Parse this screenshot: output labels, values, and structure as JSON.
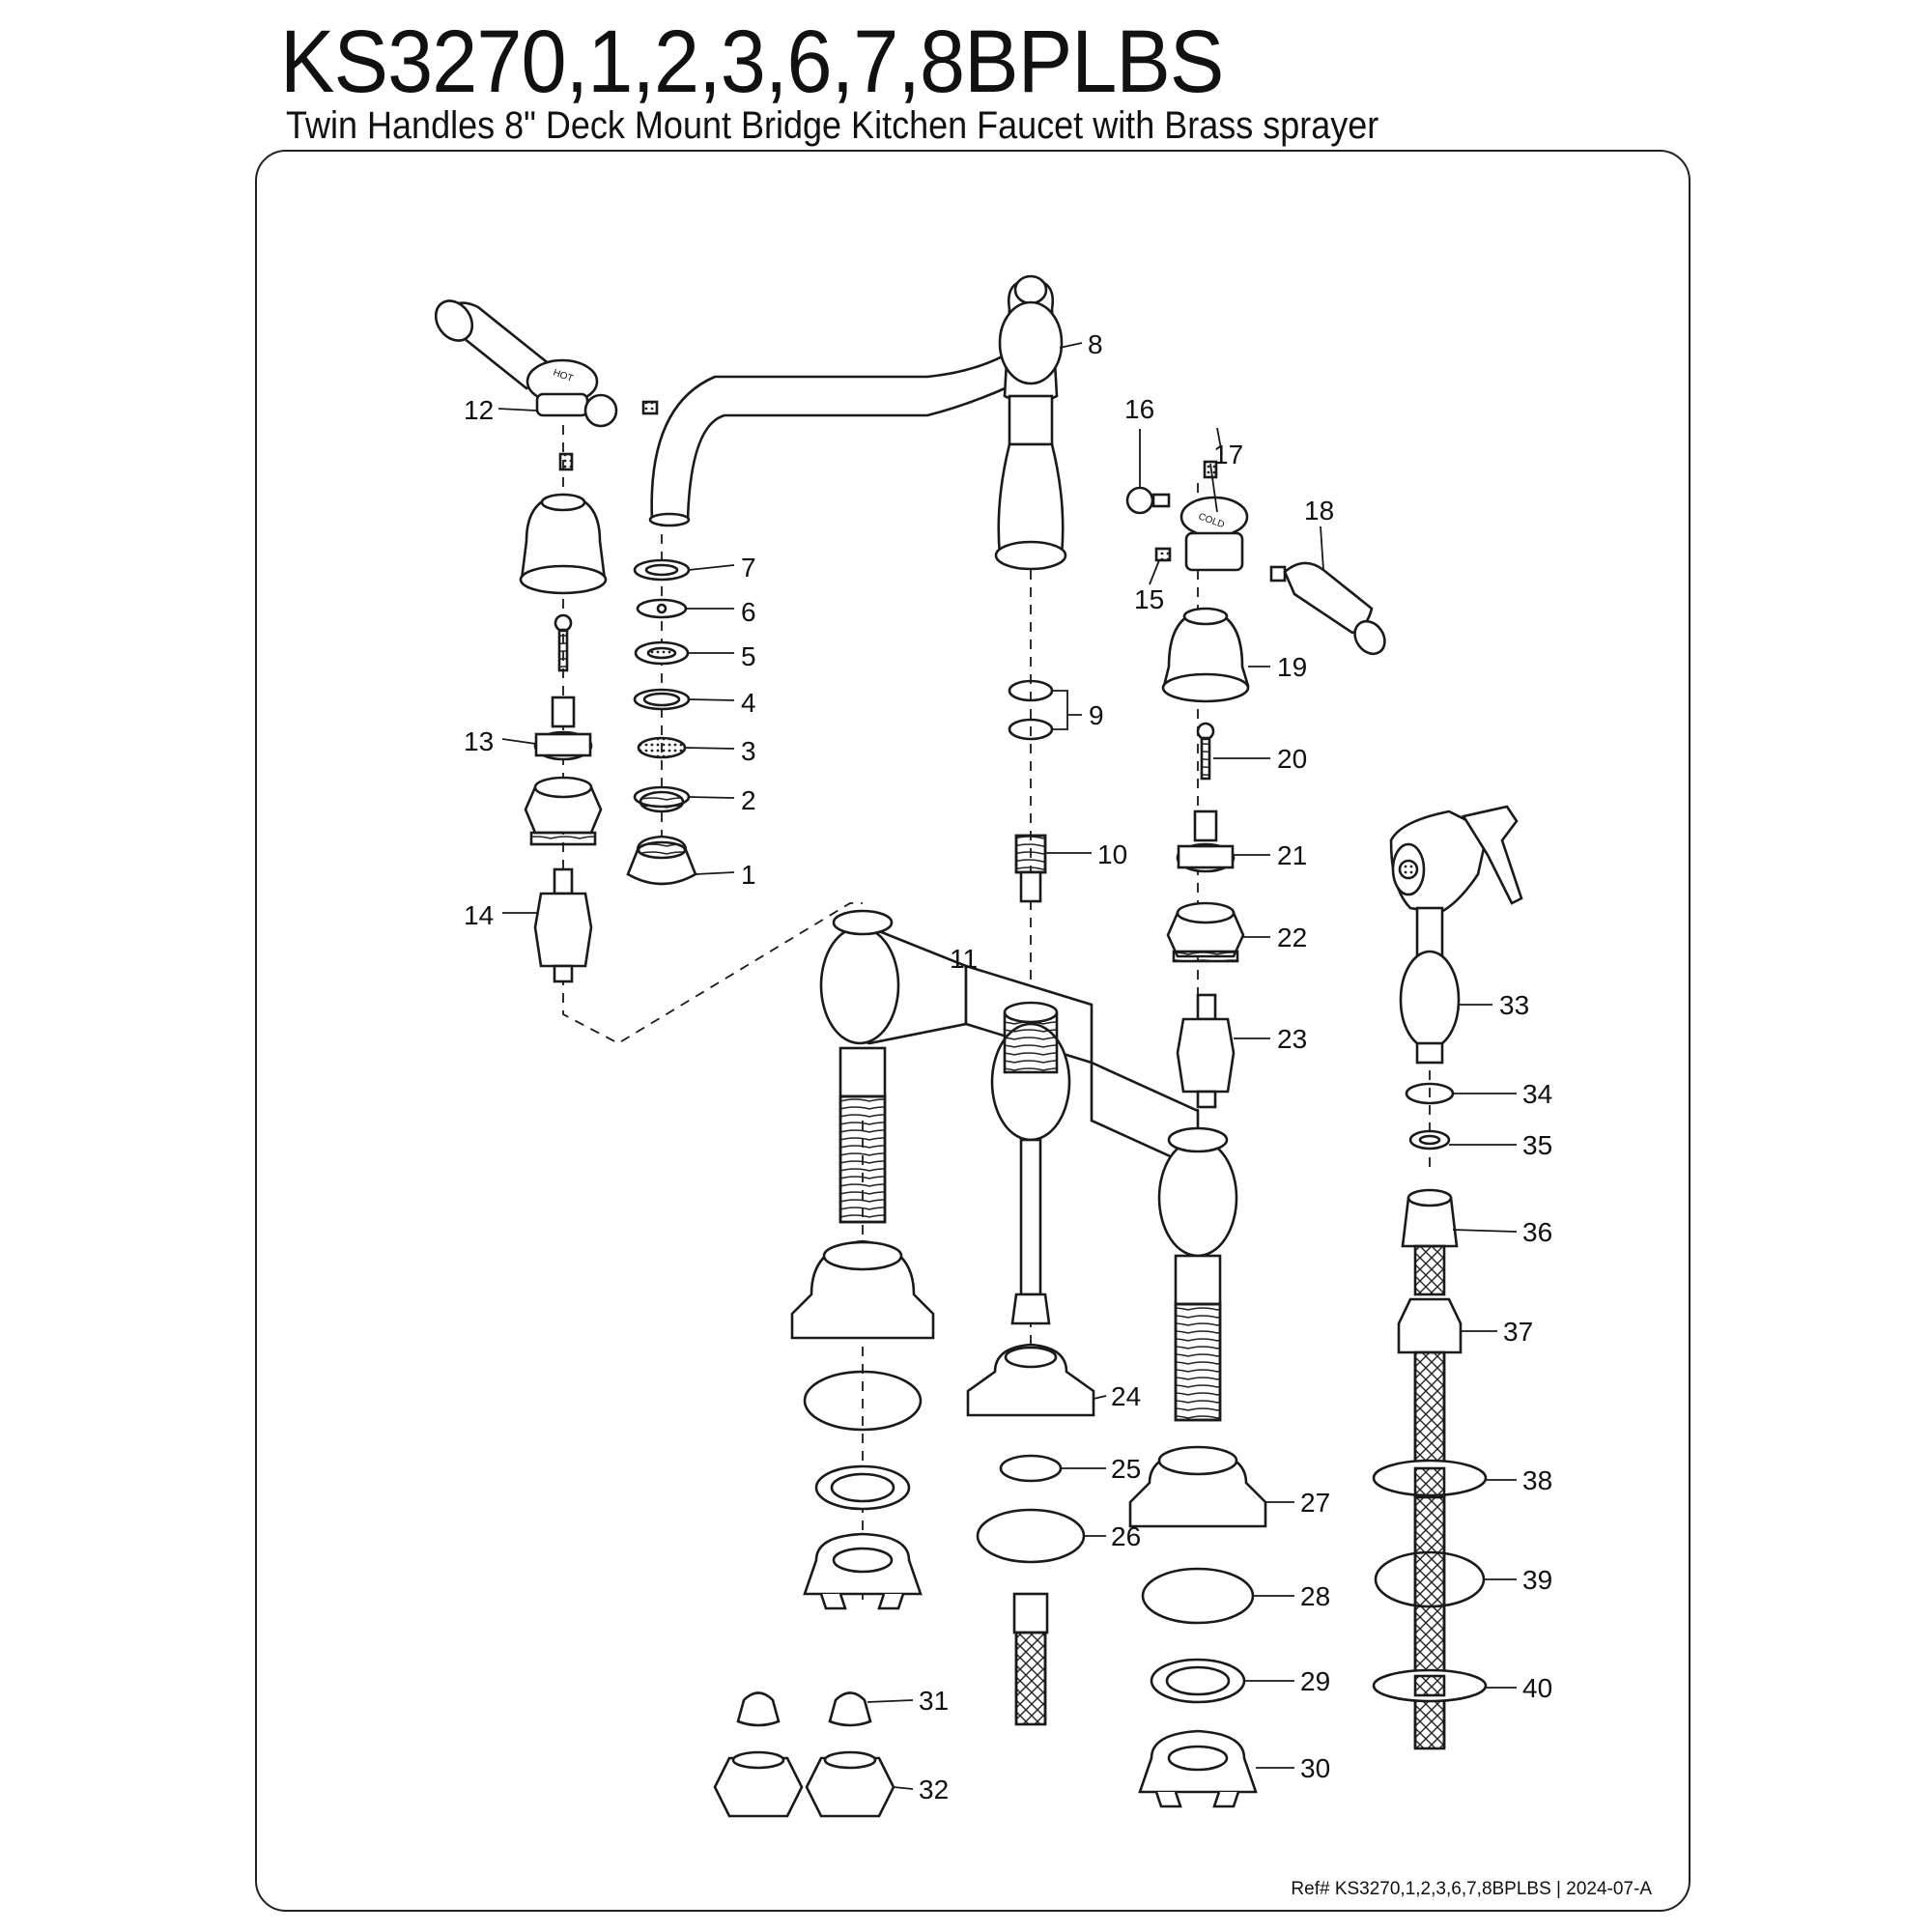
{
  "header": {
    "title": "KS3270,1,2,3,6,7,8BPLBS",
    "subtitle": "Twin Handles 8\" Deck Mount Bridge Kitchen Faucet with Brass sprayer"
  },
  "footer": {
    "ref": "Ref# KS3270,1,2,3,6,7,8BPLBS | 2024-07-A"
  },
  "handle_marks": {
    "hot": "HOT",
    "cold": "COLD"
  },
  "parts": [
    "1",
    "2",
    "3",
    "4",
    "5",
    "6",
    "7",
    "8",
    "9",
    "10",
    "11",
    "12",
    "13",
    "14",
    "15",
    "16",
    "17",
    "18",
    "19",
    "20",
    "21",
    "22",
    "23",
    "24",
    "25",
    "26",
    "27",
    "28",
    "29",
    "30",
    "31",
    "32",
    "33",
    "34",
    "35",
    "36",
    "37",
    "38",
    "39",
    "40"
  ]
}
